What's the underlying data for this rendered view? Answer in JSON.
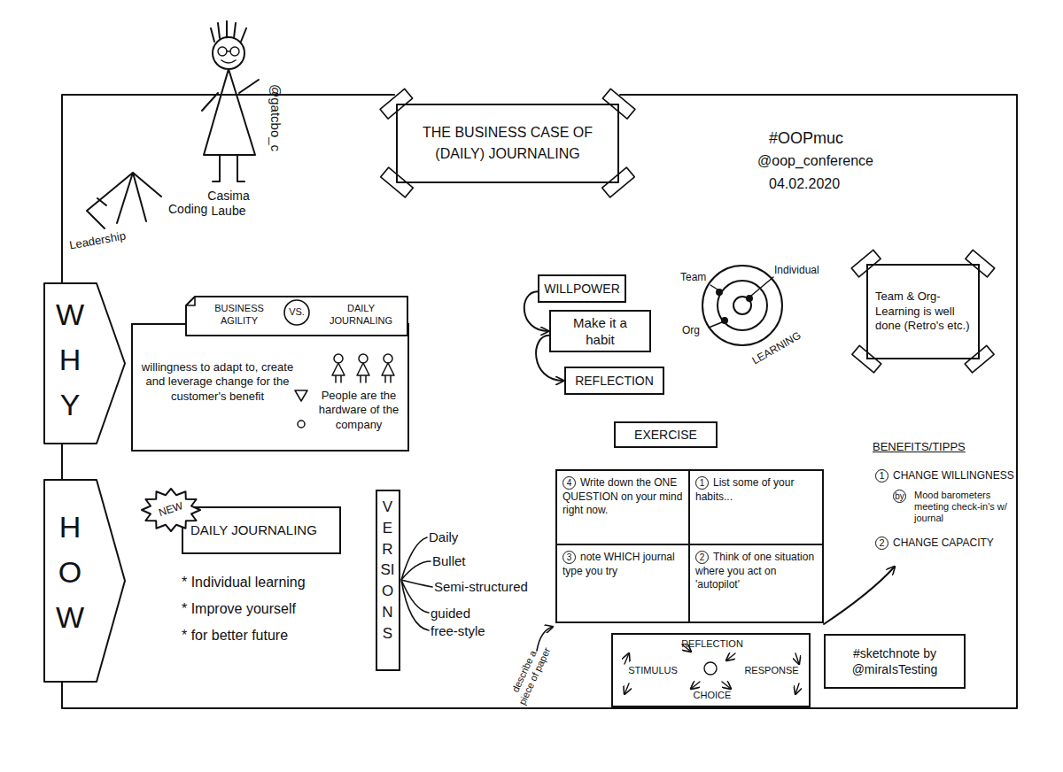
{
  "diagram": {
    "title": "THE BUSINESS CASE OF (DAILY) JOURNALING",
    "nodes": [
      {
        "text": [
          "WHY"
        ]
      },
      {
        "text": [
          "BUSINESS AGILITY",
          "VS.",
          "DAILY JOURNALING"
        ]
      },
      {
        "text": [
          "willingness to adapt to, create and leverage change for the customer's benefit",
          "People are the hardware of the company"
        ]
      },
      {
        "text": [
          "WILLPOWER"
        ]
      },
      {
        "text": [
          "Make it a habit"
        ]
      },
      {
        "text": [
          "REFLECTION"
        ]
      },
      {
        "text": [
          "Team & Org-Learning is well done (Retro's etc.)"
        ]
      },
      {
        "text": [
          "EXERCISE"
        ]
      },
      {
        "text": [
          "4",
          "Write down the ONE QUESTION on your mind right now."
        ]
      },
      {
        "text": [
          "1",
          "List some of your habits..."
        ]
      },
      {
        "text": [
          "3",
          "note WHICH journal type you try"
        ]
      },
      {
        "text": [
          "2",
          "Think of one situation where you act on 'autopilot'"
        ]
      },
      {
        "text": [
          "HOW"
        ]
      },
      {
        "text": [
          "NEW"
        ]
      },
      {
        "text": [
          "DAILY JOURNALING"
        ]
      },
      {
        "text": [
          "VERSIONS"
        ]
      },
      {
        "text": [
          "REFLECTION",
          "STIMULUS",
          "RESPONSE",
          "CHOICE"
        ]
      },
      {
        "text": [
          "#sketchnote by @miraIsTesting"
        ]
      }
    ],
    "edges": [
      {
        "from": 3,
        "to": 4,
        "arrow": "to"
      },
      {
        "from": 4,
        "to": 5,
        "arrow": "to"
      }
    ],
    "labels": [
      "#OOPmuc",
      "@oop_conference",
      "04.02.2020",
      "Leadership",
      "Coding",
      "Casima Laube",
      "@gatcbo_c",
      "Team",
      "Individual",
      "Org",
      "LEARNING",
      "BENEFITS/TIPPS",
      "1",
      "CHANGE WILLINGNESS",
      "by",
      "Mood barometers meeting check-in's w/ journal",
      "2",
      "CHANGE CAPACITY",
      "* Individual learning",
      "* Improve yourself",
      "* for better future",
      "Daily",
      "Bullet",
      "Semi-structured",
      "guided",
      "free-style",
      "describe a piece of paper"
    ]
  }
}
